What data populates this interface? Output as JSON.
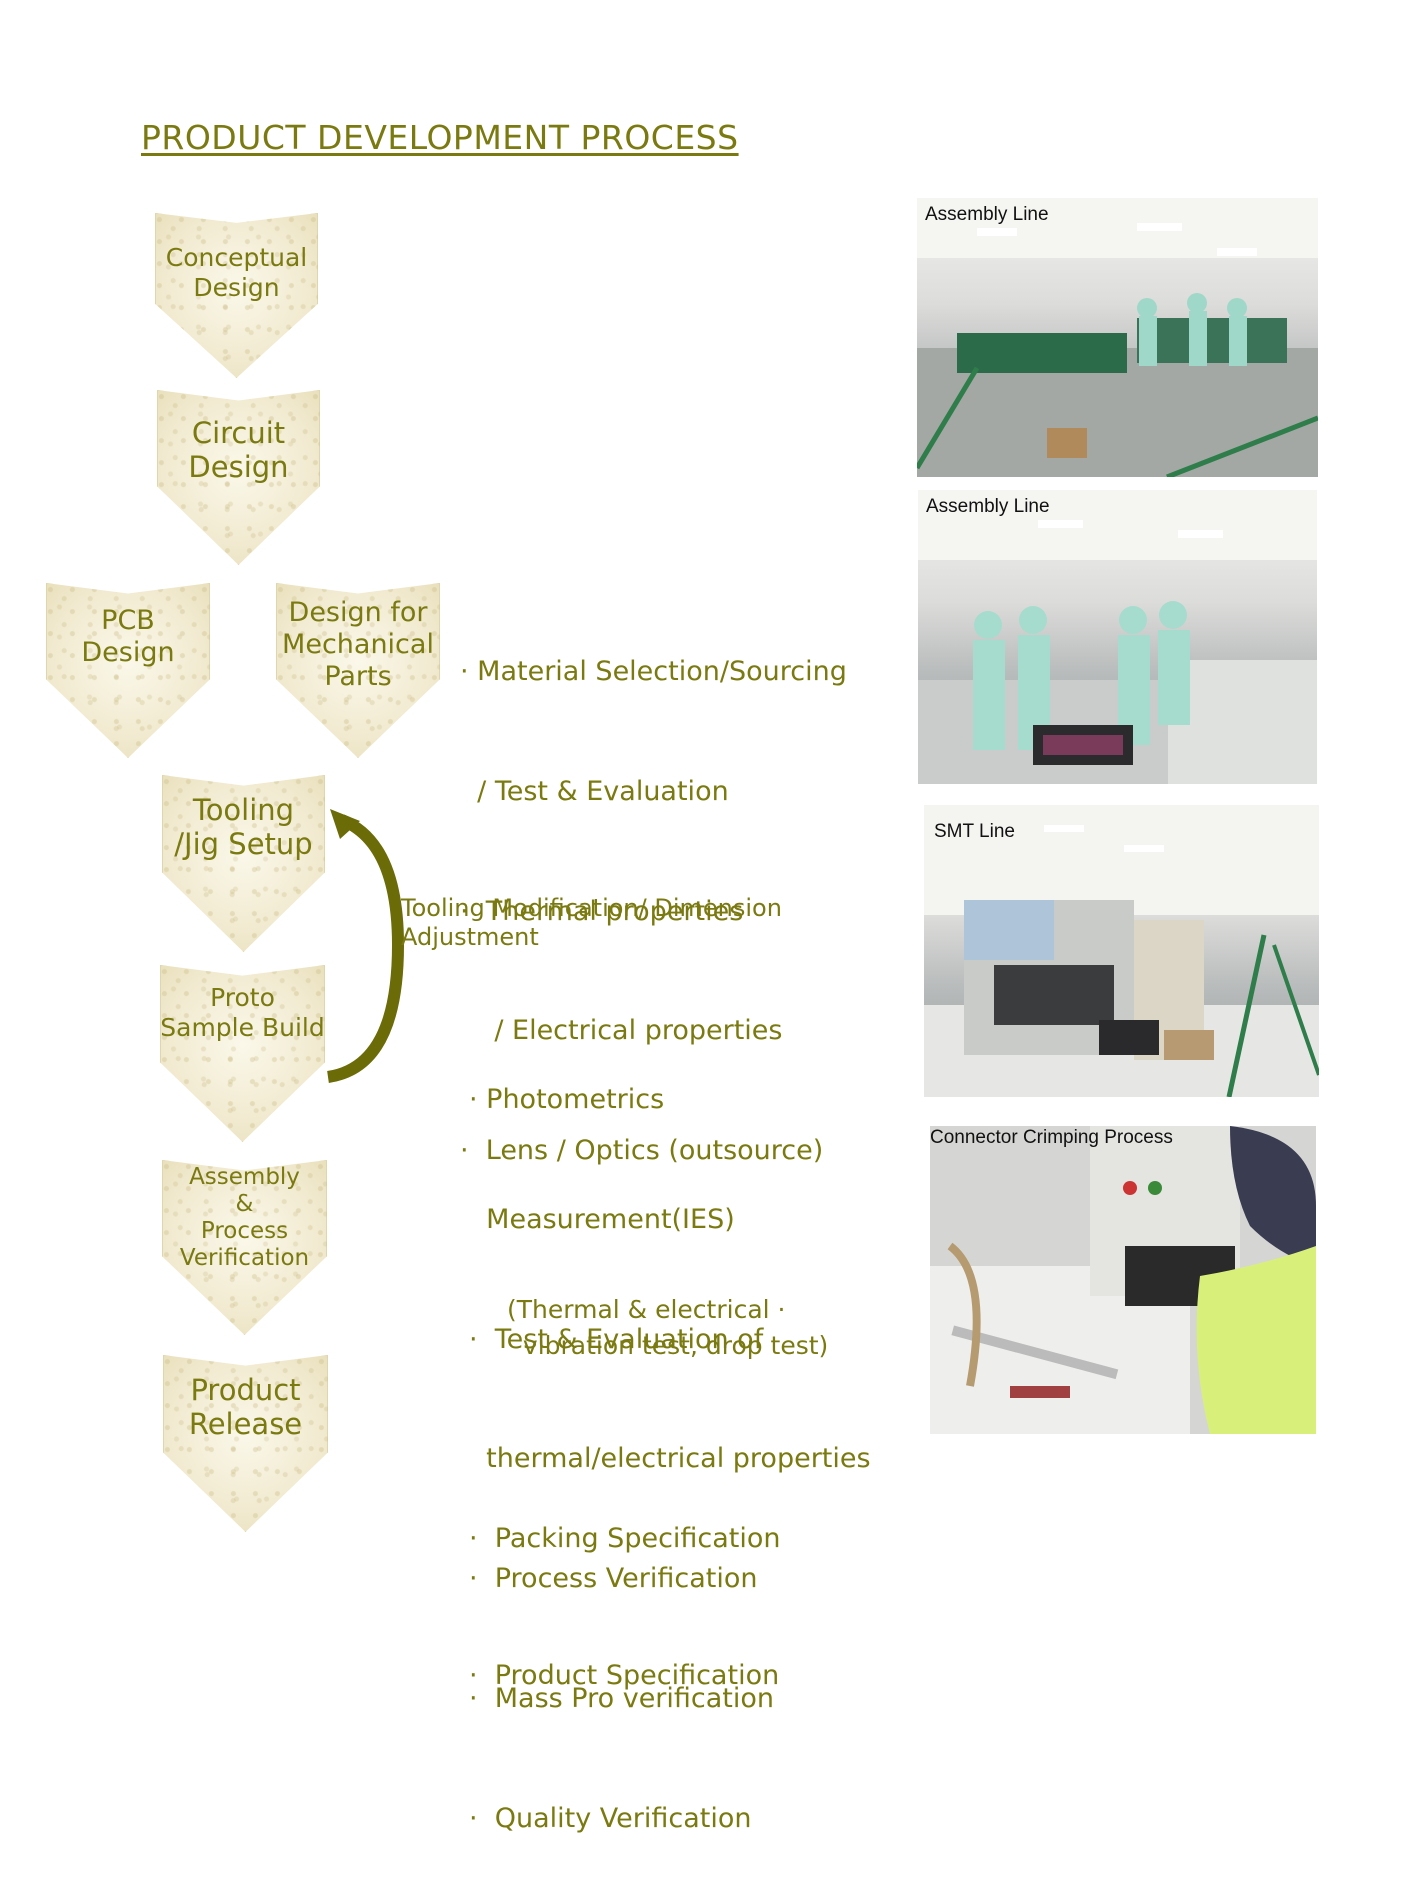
{
  "title": "PRODUCT DEVELOPMENT  PROCESS",
  "colors": {
    "accent": "#7a7a10",
    "step_fill": "#f1ead0",
    "arrow": "#6b6b08"
  },
  "steps": {
    "conceptual": "Conceptual\nDesign",
    "circuit": "Circuit\nDesign",
    "pcb": "PCB\nDesign",
    "mechanical": "Design for\nMechanical\nParts",
    "tooling": "Tooling\n/Jig Setup",
    "proto": "Proto\nSample Build",
    "assembly": "Assembly\n&\nProcess\nVerification",
    "release": "Product\nRelease"
  },
  "notes": {
    "design_block": [
      "· Material Selection/Sourcing",
      "  / Test & Evaluation",
      "·  Thermal properties",
      "    / Electrical properties",
      "·  Lens / Optics (outsource)"
    ],
    "tooling_loop": "Tooling Modification/ Dimension\nAdjustment",
    "verification_block": [
      "· Photometrics",
      "  Measurement(IES)",
      "·  Test & Evaluation of",
      "  thermal/electrical properties",
      "·  Process Verification",
      "·  Mass Pro verification",
      "·  Quality Verification"
    ],
    "quality_detail": "(Thermal & electrical ·\n  vibration test, drop test)",
    "release_block": [
      "·  Packing Specification",
      "·  Product Specification"
    ]
  },
  "photos": {
    "assembly_1": "Assembly Line",
    "assembly_2": "Assembly Line",
    "smt": "SMT Line",
    "crimping": "Connector Crimping Process"
  }
}
